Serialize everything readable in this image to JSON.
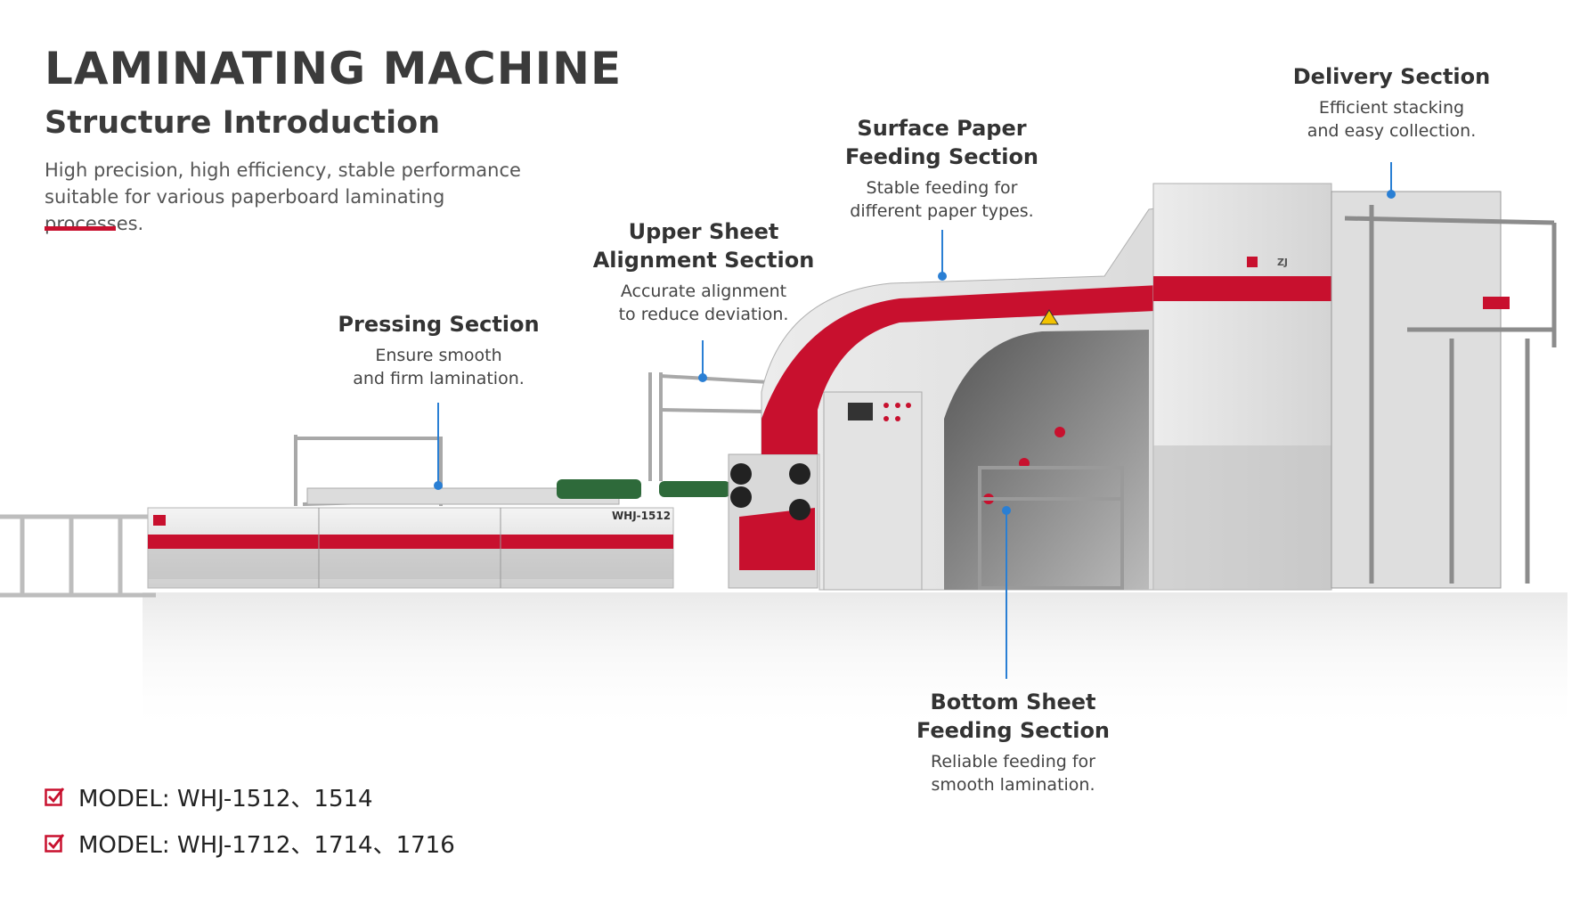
{
  "header": {
    "title": "LAMINATING MACHINE",
    "subtitle": "Structure Introduction",
    "intro_line1": "High precision, high efficiency, stable performance",
    "intro_line2": "suitable for various paperboard laminating processes."
  },
  "callouts": {
    "pressing": {
      "title": "Pressing Section",
      "desc": "Ensure smooth\nand firm lamination."
    },
    "upper_sheet": {
      "title": "Upper Sheet\nAlignment Section",
      "desc": "Accurate alignment\nto reduce deviation."
    },
    "surface_paper": {
      "title": "Surface Paper\nFeeding Section",
      "desc": "Stable feeding for\ndifferent paper types."
    },
    "delivery": {
      "title": "Delivery Section",
      "desc": "Efficient stacking\nand easy collection."
    },
    "bottom_sheet": {
      "title": "Bottom Sheet\nFeeding Section",
      "desc": "Reliable feeding for\nsmooth lamination."
    }
  },
  "models": [
    {
      "text": "MODEL: WHJ-1512、1514"
    },
    {
      "text": "MODEL: WHJ-1712、1714、1716"
    }
  ],
  "machine": {
    "model_plate": "WHJ-1512",
    "logo_text": "ZJ"
  },
  "colors": {
    "accent": "#c8102e",
    "callout_line": "#2a7fd4",
    "machine_body": "#e6e6e6"
  },
  "icons": {
    "model_bullet": "checkbox-checked-icon",
    "callout_marker": "dot-marker-icon"
  }
}
